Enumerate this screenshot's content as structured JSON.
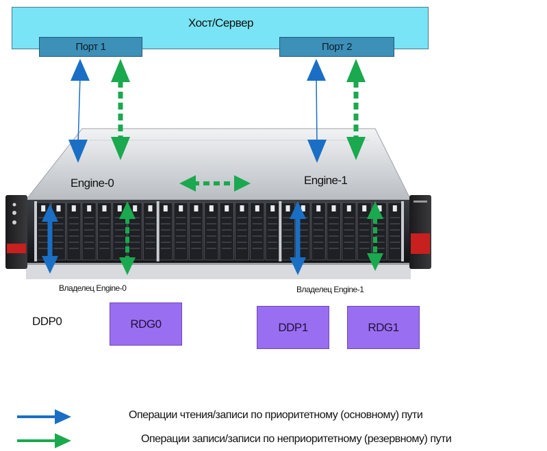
{
  "host": {
    "label": "Хост/Сервер"
  },
  "ports": [
    {
      "label": "Порт 1"
    },
    {
      "label": "Порт 2"
    }
  ],
  "engines": [
    {
      "label": "Engine-0",
      "owner_label": "Владелец Engine-0"
    },
    {
      "label": "Engine-1",
      "owner_label": "Владелец Engine-1"
    }
  ],
  "groups": {
    "ddp0": "DDP0",
    "rdg0": "RDG0",
    "ddp1": "DDP1",
    "rdg1": "RDG1"
  },
  "legend": [
    {
      "text": "Операции чтения/записи по приоритетному (основному) пути",
      "color": "#1a6fc4"
    },
    {
      "text": "Операции записи/записи по неприоритетному (резервному) пути",
      "color": "#1aa94e"
    }
  ],
  "colors": {
    "primary_path": "#1a6fc4",
    "backup_path": "#1aa94e",
    "host_fill": "#79e4f5",
    "port_fill": "#3d90b8",
    "group_fill": "#9a6ef0",
    "chassis_accent": "#c8201e"
  }
}
